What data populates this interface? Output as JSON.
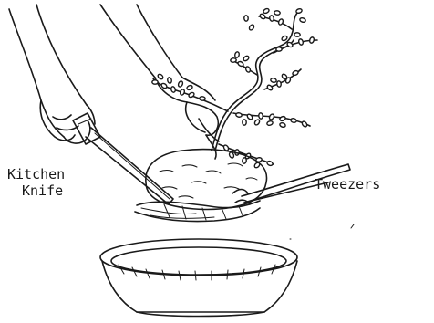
{
  "labels": {
    "knife_line1": "Kitchen",
    "knife_line2": "Knife",
    "tweezers": "Tweezers"
  }
}
